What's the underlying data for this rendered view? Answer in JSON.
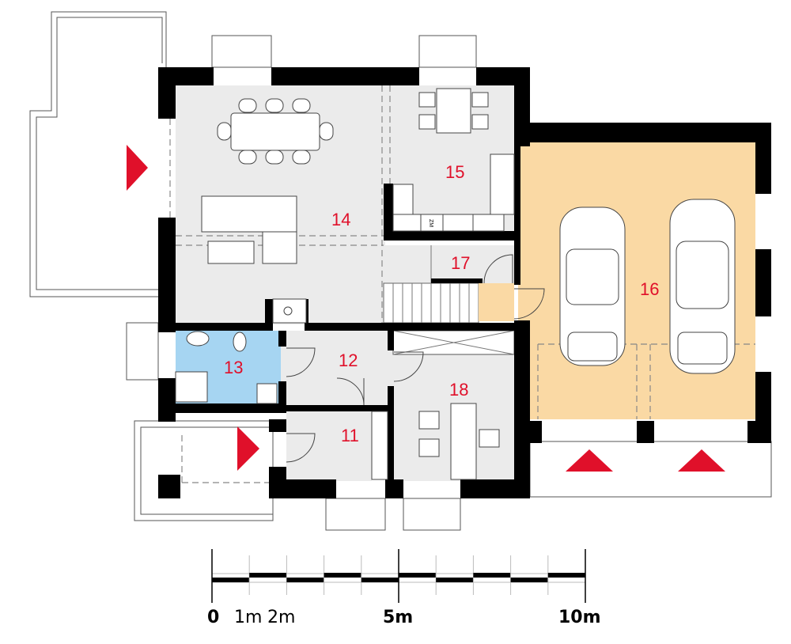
{
  "plan": {
    "rooms": [
      {
        "number": "11"
      },
      {
        "number": "12"
      },
      {
        "number": "13"
      },
      {
        "number": "14"
      },
      {
        "number": "15"
      },
      {
        "number": "16"
      },
      {
        "number": "17"
      },
      {
        "number": "18"
      }
    ],
    "appliance_label": "ZM",
    "colors": {
      "room_fill": "#ebebeb",
      "bathroom_fill": "#a6d5f2",
      "garage_fill": "#fad9a4",
      "wall": "#000000",
      "label": "#e0102a",
      "entrance_arrow": "#e0102a"
    }
  },
  "scale_bar": {
    "labels": {
      "zero": "0",
      "one": "1m",
      "two": "2m",
      "five": "5m",
      "ten": "10m"
    }
  }
}
